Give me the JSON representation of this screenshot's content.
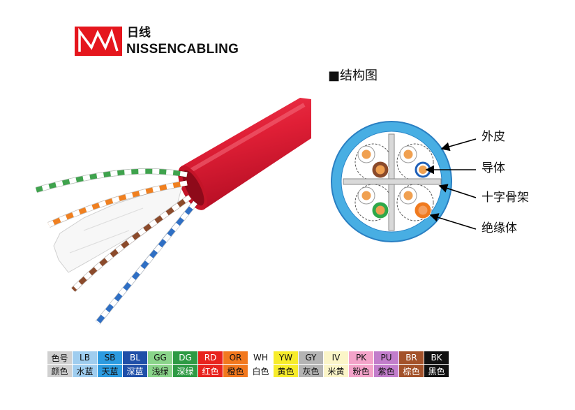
{
  "logo": {
    "name_cn": "日线",
    "name_en": "NISSENCABLING",
    "brand_color": "#e5161d"
  },
  "structure": {
    "title": "■结构图",
    "labels": {
      "jacket": "外皮",
      "conductor": "导体",
      "cross_filler": "十字骨架",
      "insulation": "绝缘体"
    },
    "jacket_color": "#48aee3"
  },
  "color_table": {
    "code_header": "色号",
    "name_header": "颜色",
    "header_bg": "#d0d0d0",
    "colors": [
      {
        "code": "LB",
        "name": "水蓝",
        "bg": "#9fcdef",
        "fg": "#111111"
      },
      {
        "code": "SB",
        "name": "天蓝",
        "bg": "#2c9be0",
        "fg": "#111111"
      },
      {
        "code": "BL",
        "name": "深蓝",
        "bg": "#1f4fa8",
        "fg": "#ffffff"
      },
      {
        "code": "GG",
        "name": "浅绿",
        "bg": "#8ad48a",
        "fg": "#111111"
      },
      {
        "code": "DG",
        "name": "深绿",
        "bg": "#2e9a44",
        "fg": "#ffffff"
      },
      {
        "code": "RD",
        "name": "红色",
        "bg": "#e8231e",
        "fg": "#ffffff"
      },
      {
        "code": "OR",
        "name": "橙色",
        "bg": "#f2781e",
        "fg": "#111111"
      },
      {
        "code": "WH",
        "name": "白色",
        "bg": "#ffffff",
        "fg": "#111111"
      },
      {
        "code": "YW",
        "name": "黄色",
        "bg": "#f7ec2b",
        "fg": "#111111"
      },
      {
        "code": "GY",
        "name": "灰色",
        "bg": "#b4b4b4",
        "fg": "#111111"
      },
      {
        "code": "IV",
        "name": "米黄",
        "bg": "#fbf5c8",
        "fg": "#111111"
      },
      {
        "code": "PK",
        "name": "粉色",
        "bg": "#f3a3c9",
        "fg": "#111111"
      },
      {
        "code": "PU",
        "name": "紫色",
        "bg": "#c27dcb",
        "fg": "#111111"
      },
      {
        "code": "BR",
        "name": "棕色",
        "bg": "#a3522a",
        "fg": "#ffffff"
      },
      {
        "code": "BK",
        "name": "黑色",
        "bg": "#111111",
        "fg": "#ffffff"
      }
    ]
  }
}
